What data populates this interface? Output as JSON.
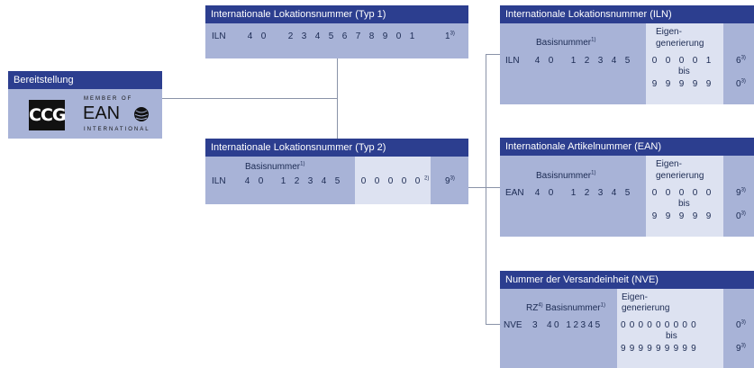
{
  "bereitstellung": {
    "title": "Bereitstellung",
    "logo_ccg": "CCG",
    "logo_member": "MEMBER OF",
    "logo_ean": "EAN",
    "logo_international": "INTERNATIONAL"
  },
  "typ1": {
    "title": "Internationale Lokationsnummer (Typ 1)",
    "prefix": "ILN",
    "digits": [
      "4",
      "0",
      "",
      "2",
      "3",
      "4",
      "5",
      "6",
      "7",
      "8",
      "9",
      "0",
      "1"
    ],
    "check": "1",
    "check_sup": "3)"
  },
  "typ2": {
    "title": "Internationale Lokationsnummer (Typ 2)",
    "basis_label": "Basisnummer",
    "basis_sup": "1)",
    "prefix": "ILN",
    "digits": [
      "4",
      "0",
      "",
      "1",
      "2",
      "3",
      "4",
      "5"
    ],
    "zeros": [
      "0",
      "0",
      "0",
      "0",
      "0"
    ],
    "zeros_sup": "2)",
    "check": "9",
    "check_sup": "3)"
  },
  "iln": {
    "title": "Internationale Lokationsnummer (ILN)",
    "basis_label": "Basisnummer",
    "basis_sup": "1)",
    "eigen_label_1": "Eigen-",
    "eigen_label_2": "generierung",
    "prefix": "ILN",
    "digits": [
      "4",
      "0",
      "",
      "1",
      "2",
      "3",
      "4",
      "5"
    ],
    "range_from": [
      "0",
      "0",
      "0",
      "0",
      "1"
    ],
    "bis": "bis",
    "range_to": [
      "9",
      "9",
      "9",
      "9",
      "9"
    ],
    "check_from": "6",
    "check_to": "0",
    "check_sup": "3)"
  },
  "ean": {
    "title": "Internationale Artikelnummer (EAN)",
    "basis_label": "Basisnummer",
    "basis_sup": "1)",
    "eigen_label_1": "Eigen-",
    "eigen_label_2": "generierung",
    "prefix": "EAN",
    "digits": [
      "4",
      "0",
      "",
      "1",
      "2",
      "3",
      "4",
      "5"
    ],
    "range_from": [
      "0",
      "0",
      "0",
      "0",
      "0"
    ],
    "bis": "bis",
    "range_to": [
      "9",
      "9",
      "9",
      "9",
      "9"
    ],
    "check_from": "9",
    "check_to": "0",
    "check_sup": "3)"
  },
  "nve": {
    "title": "Nummer der Versandeinheit (NVE)",
    "rz_label": "RZ",
    "rz_sup": "4)",
    "basis_label": "Basisnummer",
    "basis_sup": "1)",
    "eigen_label_1": "Eigen-",
    "eigen_label_2": "generierung",
    "prefix": "NVE",
    "rz_digit": "3",
    "digits": "40 12345",
    "range_from": "000000000",
    "bis": "bis",
    "range_to": "999999999",
    "check_from": "0",
    "check_to": "9",
    "check_sup": "3)"
  }
}
